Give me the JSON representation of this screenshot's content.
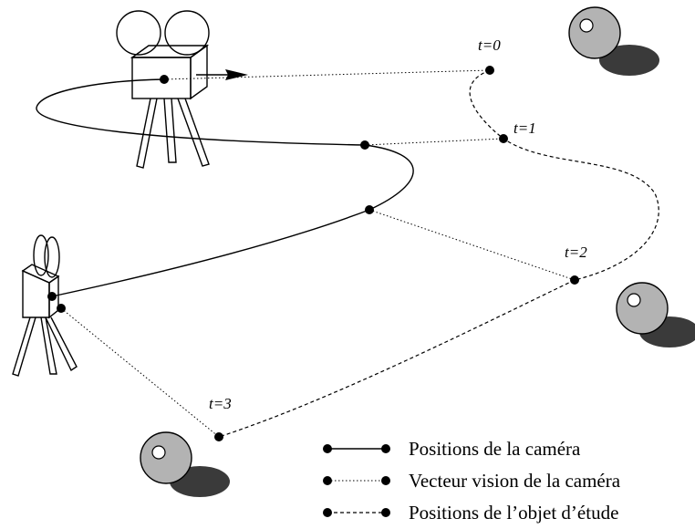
{
  "time_labels": [
    "t=0",
    "t=1",
    "t=2",
    "t=3"
  ],
  "legend": [
    {
      "style": "solid",
      "label": "Positions de la caméra"
    },
    {
      "style": "dotted",
      "label": "Vecteur vision de la caméra"
    },
    {
      "style": "dashed",
      "label": "Positions de l’objet d’étude"
    }
  ],
  "colors": {
    "ink": "#000000",
    "sphere_light": "#b3b3b3",
    "shadow": "#3a3a3a",
    "background": "#ffffff"
  }
}
